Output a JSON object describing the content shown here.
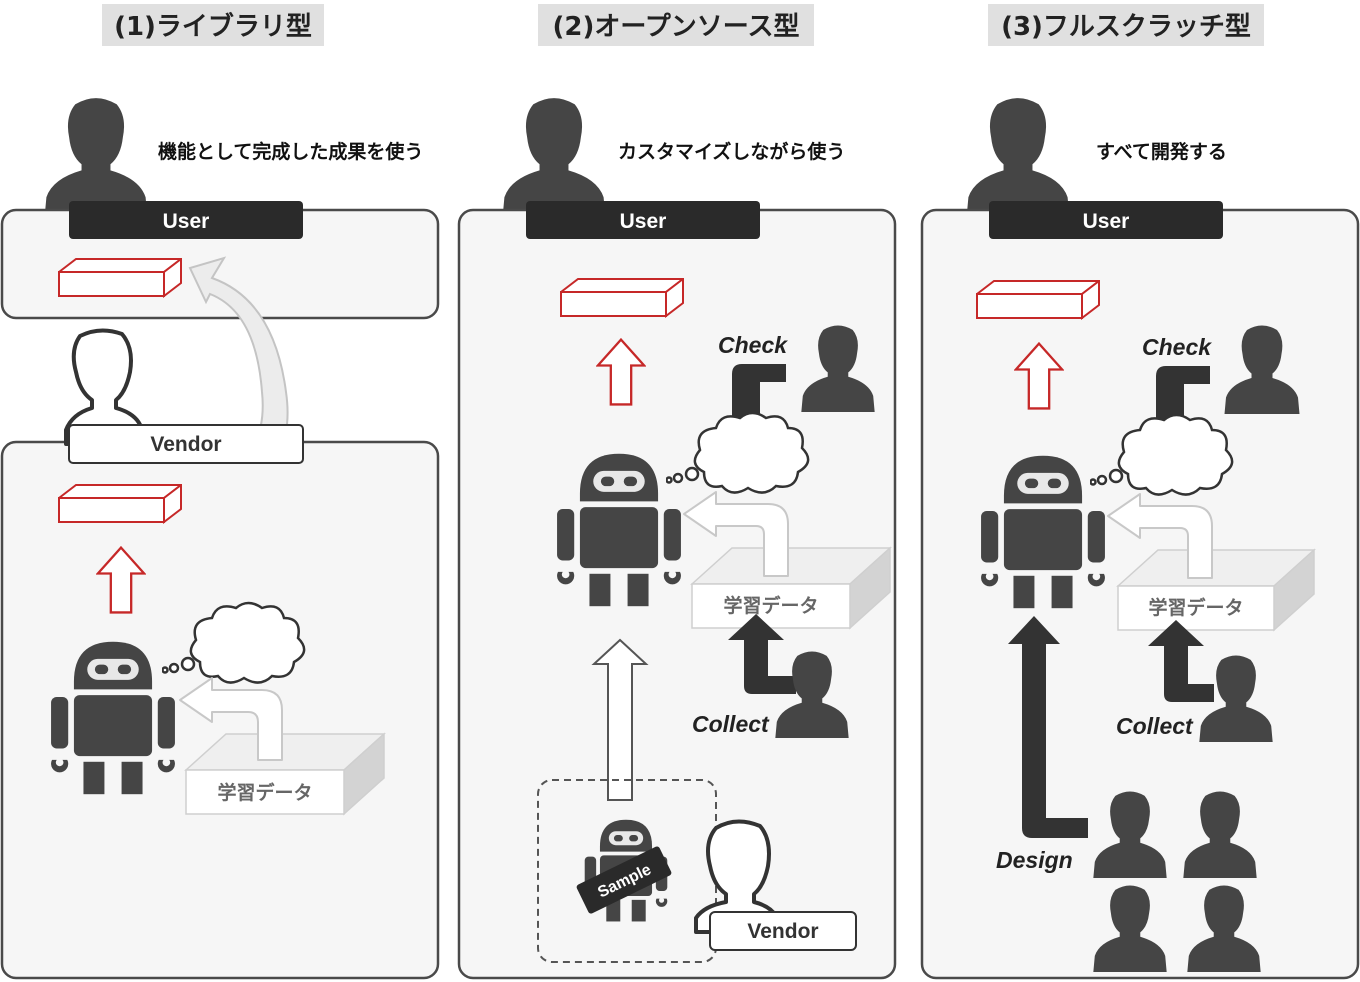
{
  "columns": [
    {
      "title": "(1)ライブラリ型",
      "caption": "機能として完成した成果を使う",
      "user_label": "User",
      "vendor_label": "Vendor",
      "data_box_label": "学習データ"
    },
    {
      "title": "(2)オープンソース型",
      "caption": "カスタマイズしながら使う",
      "user_label": "User",
      "check_label": "Check",
      "collect_label": "Collect",
      "data_box_label": "学習データ",
      "sample_label": "Sample",
      "vendor_label": "Vendor"
    },
    {
      "title": "(3)フルスクラッチ型",
      "caption": "すべて開発する",
      "user_label": "User",
      "check_label": "Check",
      "collect_label": "Collect",
      "data_box_label": "学習データ",
      "design_label": "Design"
    }
  ]
}
